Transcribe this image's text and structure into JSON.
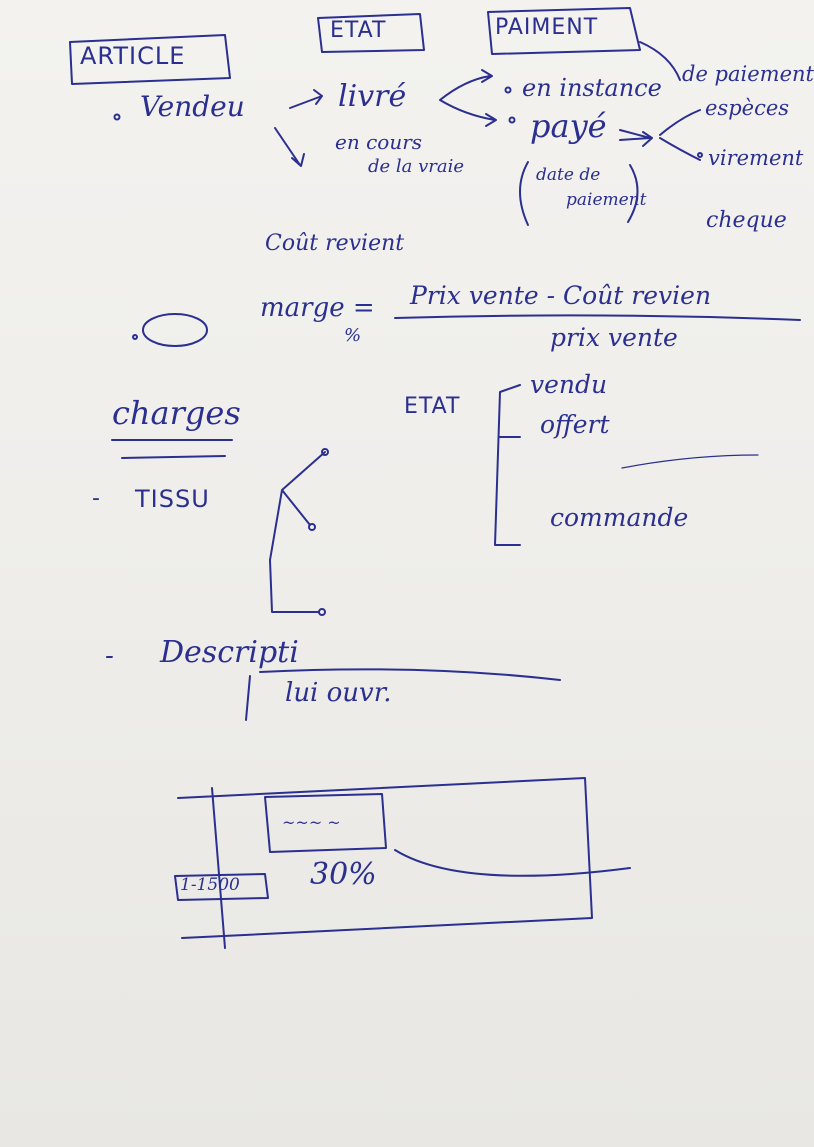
{
  "page": {
    "headings": {
      "article": "ARTICLE",
      "etat": "ETAT",
      "paiement": "PAIMENT"
    },
    "article_items": {
      "vendeur": "Vendeu"
    },
    "etat_items": {
      "livre": "livré",
      "en_cours": "en cours",
      "de_la_vraie": "de la vraie"
    },
    "paiement_items": {
      "en_instance": "en instance",
      "paye": "payé",
      "date_de_paiement_1": "date de",
      "date_de_paiement_2": "paiement",
      "mode_de_paiement": "de paiement",
      "especes": "espèces",
      "virement": "virement",
      "cheque": "cheque"
    },
    "cout_revient": "Coût revient",
    "marge": {
      "label": "marge = ",
      "percent": "%",
      "numerator": "Prix vente - Coût revien",
      "denominator": "prix vente"
    },
    "charges": {
      "title": "charges",
      "tissu": "TISSU",
      "tissu_dash": "-",
      "description": "Descripti",
      "description_dash": "-",
      "lui_ouvrier": "lui ouvr."
    },
    "etat_2": {
      "label": "ETAT",
      "vendu": "vendu",
      "offert": "offert",
      "commande": "commande"
    },
    "sketch": {
      "input_scribble": "~~~ ~",
      "price": "1-1500",
      "percent": "30%"
    },
    "colors": {
      "ink": "#2b2f8f",
      "paper": "#f1f0ed"
    }
  }
}
